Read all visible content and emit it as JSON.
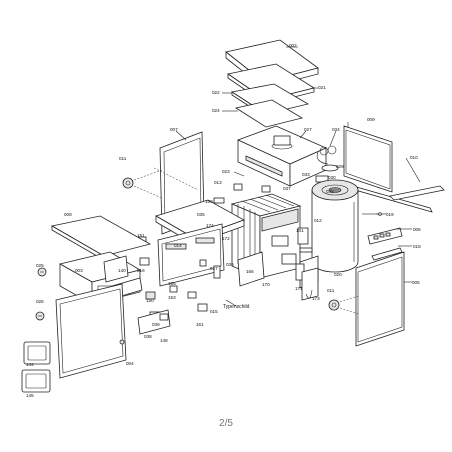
{
  "page_indicator": "2/5",
  "callouts": {
    "p002": "002",
    "p021": "021",
    "p022": "022",
    "p024": "024",
    "p007": "007",
    "p027": "027",
    "p034": "034",
    "p009": "009",
    "p010": "010",
    "p011a": "011",
    "p029": "029",
    "p023": "023",
    "p033": "033",
    "p030": "030",
    "p013": "013",
    "p037": "037",
    "p032": "032",
    "p160": "160",
    "p035": "035",
    "p008": "008",
    "p174": "174",
    "p012": "012",
    "p019": "019",
    "p006": "006",
    "p151": "151",
    "p014": "014",
    "p172": "172",
    "p101": "101",
    "p018": "018",
    "p025": "025",
    "p003": "003",
    "p140": "140",
    "p036": "036",
    "p016": "016",
    "p017": "017",
    "p166": "166",
    "p155": "155",
    "p153": "153",
    "p170": "170",
    "p020": "020",
    "p171": "171",
    "p173": "173",
    "p005": "005",
    "p011b": "011",
    "p026": "026",
    "p150": "150",
    "p015": "015",
    "p039": "039",
    "p148": "148",
    "p161": "161",
    "p004": "004",
    "p144": "144",
    "p145": "145",
    "p038": "038"
  },
  "typenschild": "Typenschild"
}
